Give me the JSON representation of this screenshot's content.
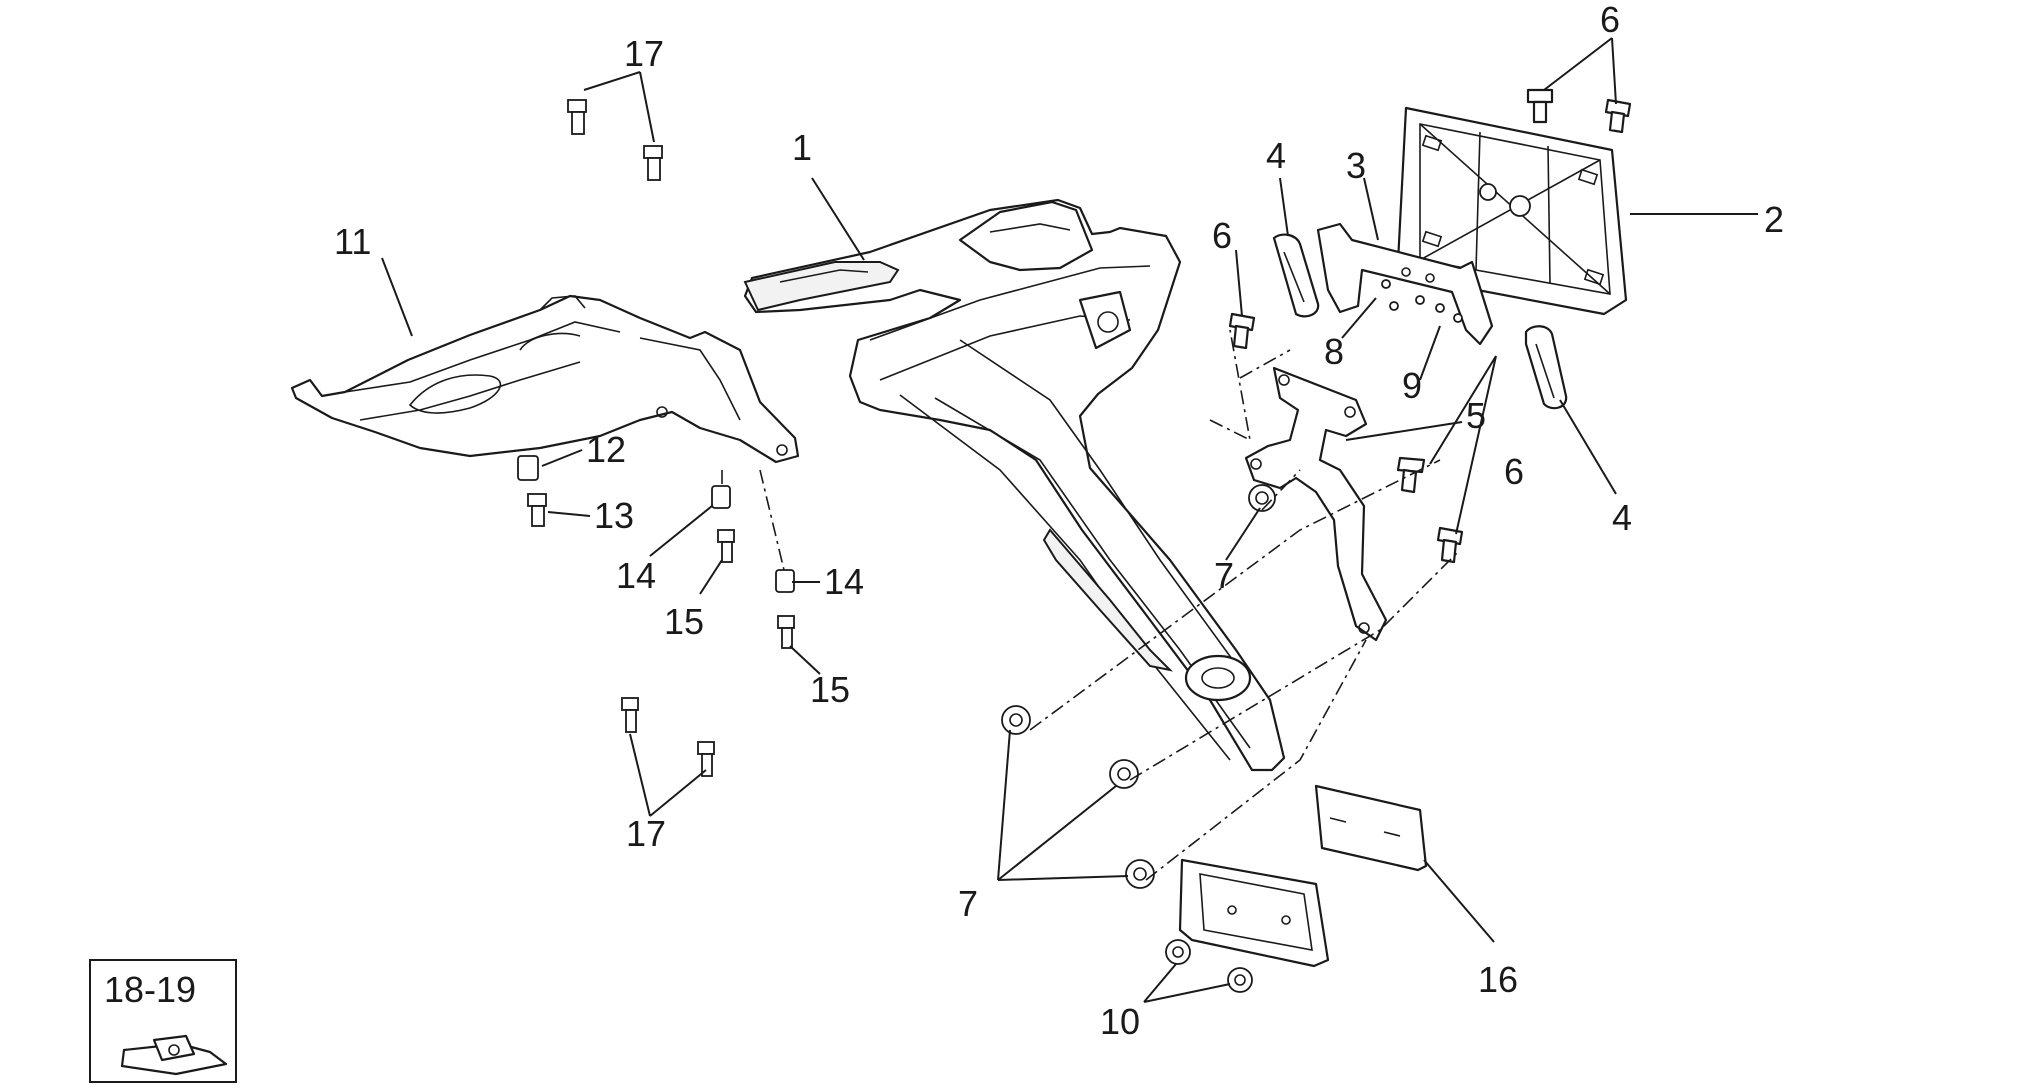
{
  "callouts": {
    "c1": "1",
    "c2": "2",
    "c3": "3",
    "c4a": "4",
    "c4b": "4",
    "c5": "5",
    "c6a": "6",
    "c6b": "6",
    "c6c": "6",
    "c7a": "7",
    "c7b": "7",
    "c8": "8",
    "c9": "9",
    "c10": "10",
    "c11": "11",
    "c12": "12",
    "c13": "13",
    "c14a": "14",
    "c14b": "14",
    "c15a": "15",
    "c15b": "15",
    "c16": "16",
    "c17a": "17",
    "c17b": "17",
    "inset": "18-19"
  }
}
